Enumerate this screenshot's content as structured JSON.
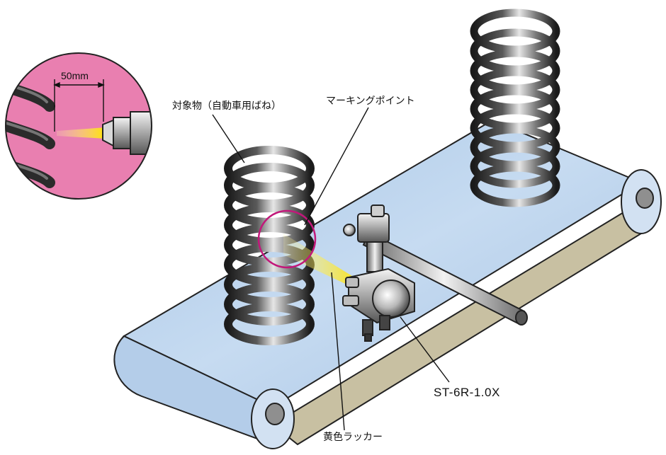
{
  "labels": {
    "target": "対象物（自動車用ばね）",
    "marking_point": "マーキングポイント",
    "lacquer": "黄色ラッカー",
    "model": "ST-6R-1.0X",
    "distance": "50mm"
  },
  "colors": {
    "belt_top": "#b9d2ec",
    "belt_underside": "#c8c0a2",
    "inset_bg": "#e97fb0",
    "spray": "#ffe400",
    "highlight_ring": "#c2177a",
    "coil_dark": "#2b2b2b"
  }
}
